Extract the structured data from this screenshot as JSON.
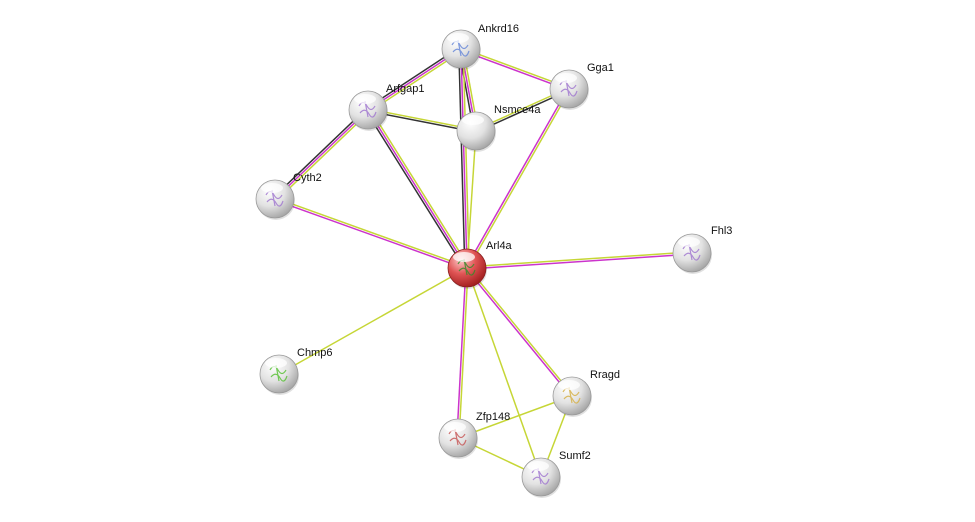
{
  "nodes": [
    {
      "id": "arl4a",
      "label": "Arl4a",
      "query": true,
      "glyph": "protein-structure-red"
    },
    {
      "id": "ankrd16",
      "label": "Ankrd16",
      "glyph": "protein-structure-blue"
    },
    {
      "id": "gga1",
      "label": "Gga1",
      "glyph": "protein-structure-purple"
    },
    {
      "id": "arfgap1",
      "label": "Arfgap1",
      "glyph": "protein-structure-purple"
    },
    {
      "id": "nsmce4a",
      "label": "Nsmce4a",
      "glyph": "none"
    },
    {
      "id": "cyth2",
      "label": "Cyth2",
      "glyph": "protein-structure-purple"
    },
    {
      "id": "fhl3",
      "label": "Fhl3",
      "glyph": "protein-structure-purple"
    },
    {
      "id": "chmp6",
      "label": "Chmp6",
      "glyph": "protein-structure-green"
    },
    {
      "id": "rragd",
      "label": "Rragd",
      "glyph": "protein-structure-yellow"
    },
    {
      "id": "zfp148",
      "label": "Zfp148",
      "glyph": "protein-structure-multi"
    },
    {
      "id": "sumf2",
      "label": "Sumf2",
      "glyph": "protein-structure-purple"
    }
  ],
  "edges": [
    {
      "a": "ankrd16",
      "b": "arfgap1",
      "colors": [
        "#c6d636",
        "#cc33cc",
        "#333333"
      ]
    },
    {
      "a": "ankrd16",
      "b": "nsmce4a",
      "colors": [
        "#c6d636",
        "#cc33cc",
        "#333333"
      ]
    },
    {
      "a": "ankrd16",
      "b": "gga1",
      "colors": [
        "#c6d636",
        "#cc33cc"
      ]
    },
    {
      "a": "ankrd16",
      "b": "arl4a",
      "colors": [
        "#c6d636",
        "#cc33cc",
        "#333333"
      ]
    },
    {
      "a": "arfgap1",
      "b": "nsmce4a",
      "colors": [
        "#c6d636",
        "#333333"
      ]
    },
    {
      "a": "arfgap1",
      "b": "cyth2",
      "colors": [
        "#c6d636",
        "#cc33cc",
        "#333333"
      ]
    },
    {
      "a": "arfgap1",
      "b": "arl4a",
      "colors": [
        "#c6d636",
        "#cc33cc",
        "#333333"
      ]
    },
    {
      "a": "nsmce4a",
      "b": "gga1",
      "colors": [
        "#c6d636",
        "#333333"
      ]
    },
    {
      "a": "nsmce4a",
      "b": "arl4a",
      "colors": [
        "#c6d636"
      ]
    },
    {
      "a": "gga1",
      "b": "arl4a",
      "colors": [
        "#c6d636",
        "#cc33cc"
      ]
    },
    {
      "a": "cyth2",
      "b": "arl4a",
      "colors": [
        "#c6d636",
        "#cc33cc"
      ]
    },
    {
      "a": "arl4a",
      "b": "fhl3",
      "colors": [
        "#c6d636",
        "#cc33cc"
      ]
    },
    {
      "a": "arl4a",
      "b": "chmp6",
      "colors": [
        "#c6d636"
      ]
    },
    {
      "a": "arl4a",
      "b": "rragd",
      "colors": [
        "#c6d636",
        "#cc33cc"
      ]
    },
    {
      "a": "arl4a",
      "b": "zfp148",
      "colors": [
        "#c6d636",
        "#cc33cc"
      ]
    },
    {
      "a": "arl4a",
      "b": "sumf2",
      "colors": [
        "#c6d636"
      ]
    },
    {
      "a": "rragd",
      "b": "zfp148",
      "colors": [
        "#c6d636"
      ]
    },
    {
      "a": "rragd",
      "b": "sumf2",
      "colors": [
        "#c6d636"
      ]
    },
    {
      "a": "zfp148",
      "b": "sumf2",
      "colors": [
        "#c6d636"
      ]
    }
  ],
  "colors": {
    "node": "#e4e4e4",
    "query_node": "#e05555",
    "background": "#ffffff"
  }
}
